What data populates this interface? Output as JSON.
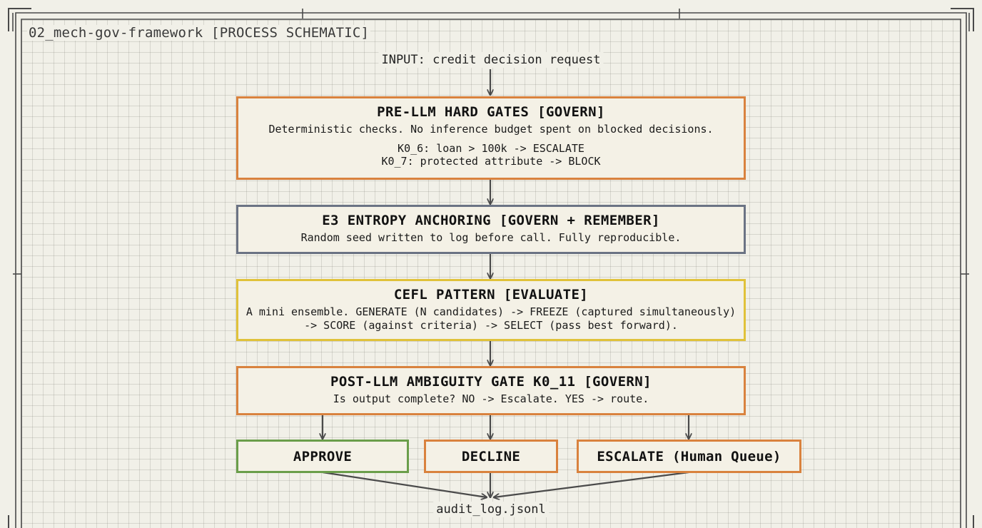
{
  "frame": {
    "title": "02_mech-gov-framework [PROCESS SCHEMATIC]"
  },
  "input_label": "INPUT: credit decision request",
  "steps": [
    {
      "title": "PRE-LLM HARD GATES [GOVERN]",
      "desc": "Deterministic checks. No inference budget spent on blocked decisions.",
      "rules": [
        "K0_6: loan > 100k -> ESCALATE",
        "K0_7: protected attribute -> BLOCK"
      ],
      "border_color": "#d9823e"
    },
    {
      "title": "E3 ENTROPY ANCHORING [GOVERN + REMEMBER]",
      "desc": "Random seed written to log before call. Fully reproducible.",
      "border_color": "#6b7384"
    },
    {
      "title": "CEFL PATTERN [EVALUATE]",
      "desc_lines": [
        "A mini ensemble. GENERATE (N candidates) -> FREEZE (captured simultaneously)",
        "-> SCORE (against criteria) -> SELECT (pass best forward)."
      ],
      "border_color": "#e0c23a"
    },
    {
      "title": "POST-LLM AMBIGUITY GATE K0_11 [GOVERN]",
      "desc": "Is output complete? NO -> Escalate. YES -> route.",
      "border_color": "#d9823e"
    }
  ],
  "outcomes": [
    {
      "label": "APPROVE",
      "border_color": "#6a9e4a"
    },
    {
      "label": "DECLINE",
      "border_color": "#d9823e"
    },
    {
      "label": "ESCALATE (Human Queue)",
      "border_color": "#d9823e"
    }
  ],
  "output_label": "audit_log.jsonl",
  "colors": {
    "background": "#f1f0e8",
    "frame_line": "#4a4a4a",
    "arrow": "#4a4a4a"
  }
}
